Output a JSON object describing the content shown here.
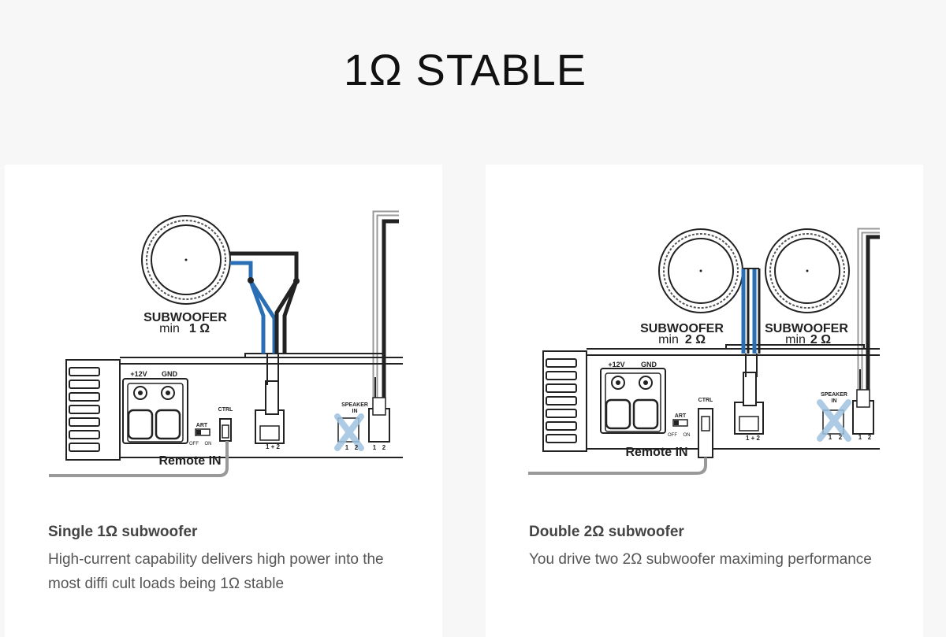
{
  "page": {
    "title": "1Ω STABLE"
  },
  "cards": [
    {
      "diagram": {
        "sub_labels": [
          {
            "name": "SUBWOOFER",
            "min": "min",
            "value": "1 Ω"
          }
        ],
        "terminals": {
          "plus12": "+12V",
          "gnd": "GND"
        },
        "ctrl": "CTRL",
        "art": "ART",
        "off": "OFF",
        "on": "ON",
        "bridge": "1 + 2",
        "speaker_in": [
          "SPEAKER",
          "IN"
        ],
        "ch1": "1",
        "ch2": "2",
        "remote": "Remote IN"
      },
      "title": "Single 1Ω subwoofer",
      "text": "High-current capability delivers high power into the most diffi cult loads being 1Ω stable"
    },
    {
      "diagram": {
        "sub_labels": [
          {
            "name": "SUBWOOFER",
            "min": "min",
            "value": "2 Ω"
          },
          {
            "name": "SUBWOOFER",
            "min": "min",
            "value": "2 Ω"
          }
        ],
        "terminals": {
          "plus12": "+12V",
          "gnd": "GND"
        },
        "ctrl": "CTRL",
        "art": "ART",
        "off": "OFF",
        "on": "ON",
        "bridge": "1 + 2",
        "speaker_in": [
          "SPEAKER",
          "IN"
        ],
        "ch1": "1",
        "ch2": "2",
        "remote": "Remote IN"
      },
      "title": "Double 2Ω subwoofer",
      "text": "You drive two 2Ω subwoofer maximing performance"
    }
  ]
}
